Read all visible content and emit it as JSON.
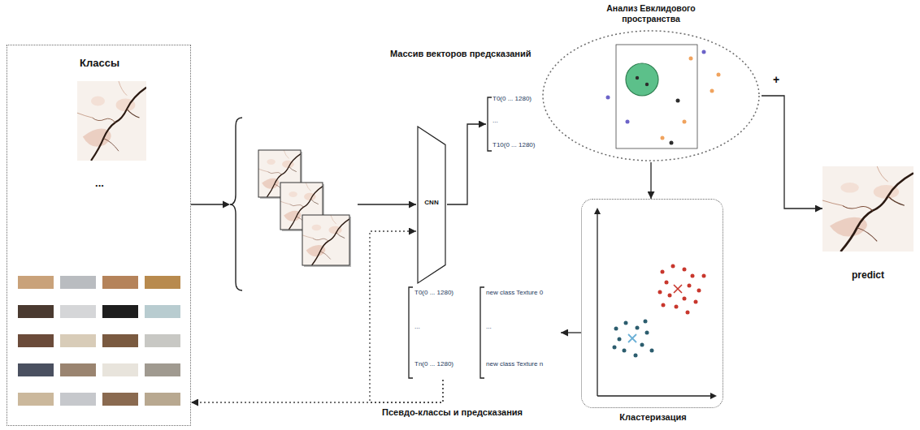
{
  "diagram": {
    "nodes": [
      {
        "text": [
          "Классы",
          "..."
        ]
      },
      {
        "text": [
          "CNN"
        ]
      },
      {
        "text": [
          "Массив векторов предсказаний",
          "T0(0 ... 1280)",
          "...",
          "T10(0 ... 1280)"
        ]
      },
      {
        "text": [
          "Анализ Евклидового пространства"
        ]
      },
      {
        "text": [
          "predict"
        ]
      },
      {
        "text": [
          "Кластеризация"
        ]
      },
      {
        "text": [
          "T0(0 ... 1280)",
          "...",
          "Tn(0 ... 1280)",
          "new class Texture 0",
          "...",
          "new class Texture n"
        ]
      }
    ],
    "edges": [
      {
        "from": 0,
        "to": 1,
        "arrow": "to"
      },
      {
        "from": 1,
        "to": 2,
        "arrow": "to"
      },
      {
        "from": 3,
        "to": 4,
        "arrow": "to",
        "label": "+"
      },
      {
        "from": 3,
        "to": 5,
        "arrow": "to"
      },
      {
        "from": 5,
        "to": 6,
        "arrow": "to"
      },
      {
        "from": 6,
        "to": 0,
        "arrow": "to",
        "label": "Псевдо-классы и предсказания"
      },
      {
        "from": 6,
        "to": 1,
        "arrow": "to"
      }
    ]
  }
}
